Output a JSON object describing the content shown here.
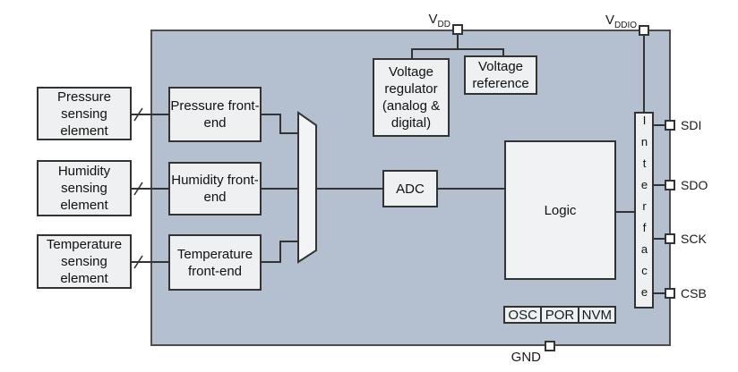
{
  "diagram": {
    "title": "sensor-chip-block-diagram",
    "colors": {
      "block_fill": "#b4bfcf",
      "box_fill": "#eef0f1",
      "line": "#333333"
    },
    "sensing": [
      {
        "label": "Pressure sensing element"
      },
      {
        "label": "Humidity sensing element"
      },
      {
        "label": "Temperature sensing element"
      }
    ],
    "front_ends": [
      {
        "label": "Pressure front-end"
      },
      {
        "label": "Humidity front-end"
      },
      {
        "label": "Temperature front-end"
      }
    ],
    "voltage_regulator": "Voltage regulator (analog & digital)",
    "voltage_reference": "Voltage reference",
    "adc": "ADC",
    "logic": "Logic",
    "interface": "Interface",
    "bottom_row": [
      "OSC",
      "POR",
      "NVM"
    ],
    "pins": {
      "vdd": {
        "base": "V",
        "sub": "DD"
      },
      "vddio": {
        "base": "V",
        "sub": "DDIO"
      },
      "gnd": "GND",
      "right": [
        "SDI",
        "SDO",
        "SCK",
        "CSB"
      ]
    }
  }
}
